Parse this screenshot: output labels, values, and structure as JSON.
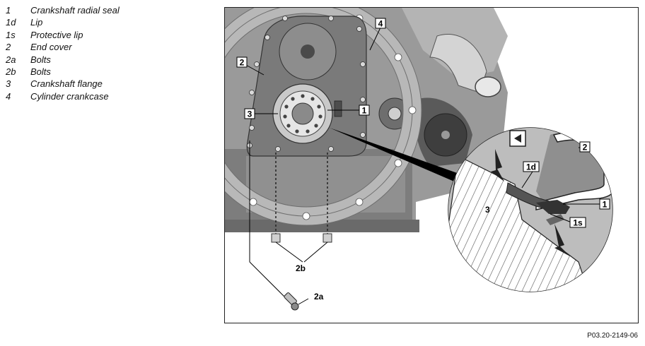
{
  "legend": [
    {
      "key": "1",
      "label": "Crankshaft radial seal"
    },
    {
      "key": "1d",
      "label": "Lip"
    },
    {
      "key": "1s",
      "label": "Protective lip"
    },
    {
      "key": "2",
      "label": "End cover"
    },
    {
      "key": "2a",
      "label": "Bolts"
    },
    {
      "key": "2b",
      "label": "Bolts"
    },
    {
      "key": "3",
      "label": "Crankshaft flange"
    },
    {
      "key": "4",
      "label": "Cylinder crankcase"
    }
  ],
  "callouts": {
    "c1": "1",
    "c2": "2",
    "c3": "3",
    "c4": "4",
    "c2a": "2a",
    "c2b": "2b",
    "d1": "1",
    "d2": "2",
    "d3": "3",
    "d1d": "1d",
    "d1s": "1s"
  },
  "caption": "P03.20-2149-06",
  "colors": {
    "metal_dark": "#4a4a4a",
    "metal_mid": "#8a8a8a",
    "metal_light": "#c8c8c8",
    "callout_bg": "#ffffff"
  }
}
